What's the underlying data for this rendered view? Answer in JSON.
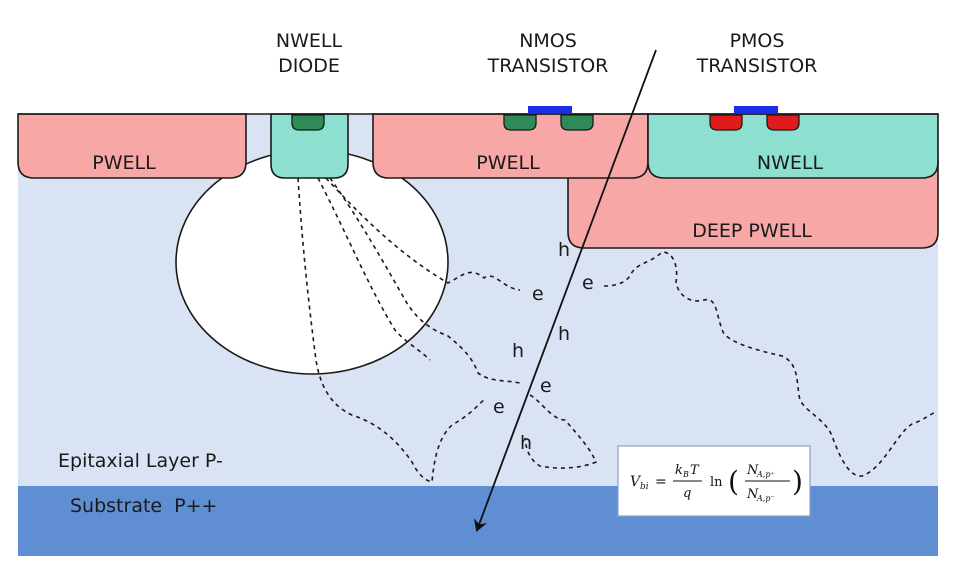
{
  "labels": {
    "nwell_diode": [
      "NWELL",
      "DIODE"
    ],
    "nmos": [
      "NMOS",
      "TRANSISTOR"
    ],
    "pmos": [
      "PMOS",
      "TRANSISTOR"
    ],
    "pwell_left": "PWELL",
    "pwell_mid": "PWELL",
    "nwell": "NWELL",
    "deep_pwell": "DEEP PWELL",
    "epitaxial": "Epitaxial Layer P-",
    "substrate": "Substrate  P++"
  },
  "carriers": [
    "h",
    "e",
    "e",
    "h",
    "h",
    "e",
    "e",
    "h"
  ],
  "equation": {
    "lhs": "V",
    "lhs_sub": "bi",
    "eq_sign": "=",
    "num": "k",
    "num_sub": "B",
    "num_var": "T",
    "den": "q",
    "ln": "ln",
    "frac2_num": "N",
    "frac2_num_sub": "A,p⁺",
    "frac2_den": "N",
    "frac2_den_sub": "A,p⁻"
  },
  "colors": {
    "epi": "#d9e3f3",
    "substrate": "#5f8ed3",
    "pwell": "#f7a7a6",
    "nwell": "#8ddfcf",
    "n_diffusion": "#2e8b57",
    "p_diffusion": "#e01b1b",
    "gate": "#1a2ee8",
    "outline": "#1a1a1a"
  }
}
